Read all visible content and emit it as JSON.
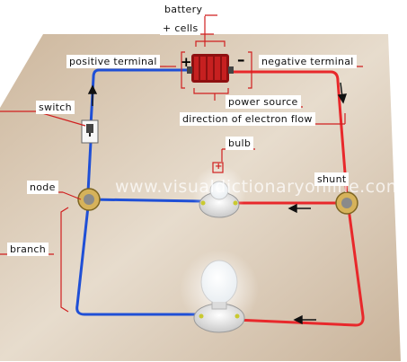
{
  "labels": {
    "battery": "battery",
    "cells": "+ cells",
    "positive_terminal": "positive terminal",
    "negative_terminal": "negative terminal",
    "power_source": "power source",
    "direction_of_electron_flow": "direction of electron flow",
    "switch": "switch",
    "bulb": "bulb",
    "node": "node",
    "shunt": "shunt",
    "branch": "branch"
  },
  "terminal_signs": {
    "plus": "+",
    "minus": "–"
  },
  "watermark": "www.visualdictionaryonline.com",
  "colors": {
    "positive_wire": "#1f4fd6",
    "negative_wire": "#e8282b",
    "leader_line": "#d01f1f",
    "background": "#d9c9b4",
    "battery": "#b01818"
  }
}
